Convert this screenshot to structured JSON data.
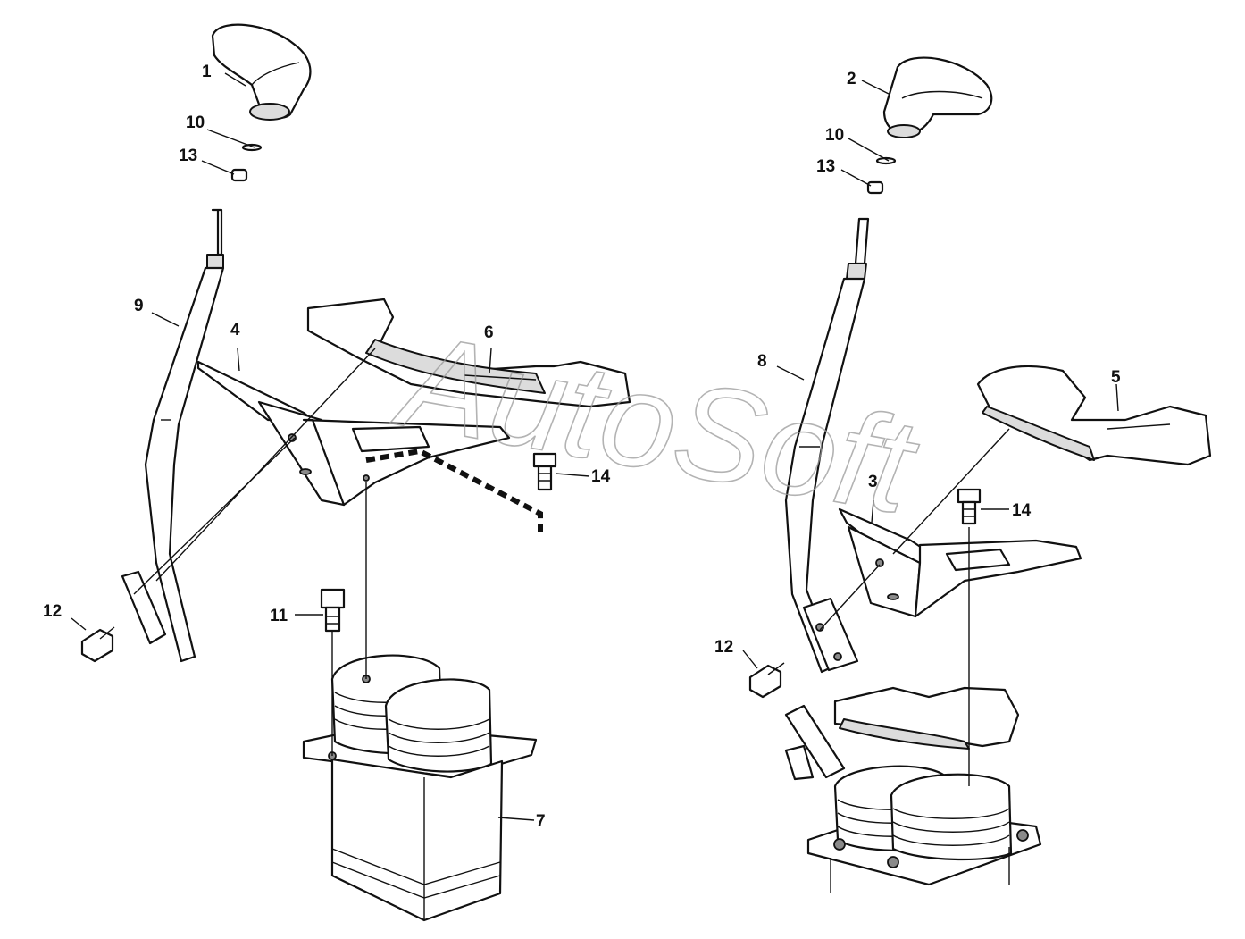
{
  "diagram": {
    "watermark": "AutoSoft",
    "callouts_left": [
      "1",
      "10",
      "13",
      "9",
      "4",
      "6",
      "14",
      "12",
      "11",
      "7"
    ],
    "callouts_right": [
      "2",
      "10",
      "13",
      "8",
      "5",
      "3",
      "14",
      "12"
    ]
  }
}
